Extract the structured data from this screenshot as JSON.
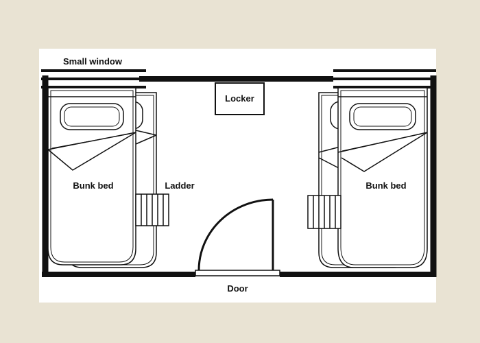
{
  "labels": {
    "small_window": "Small window",
    "locker": "Locker",
    "bunk_bed_left": "Bunk bed",
    "bunk_bed_right": "Bunk bed",
    "ladder": "Ladder",
    "door": "Door"
  },
  "colors": {
    "background": "#e9e3d3",
    "paper": "#ffffff",
    "ink": "#111111"
  }
}
